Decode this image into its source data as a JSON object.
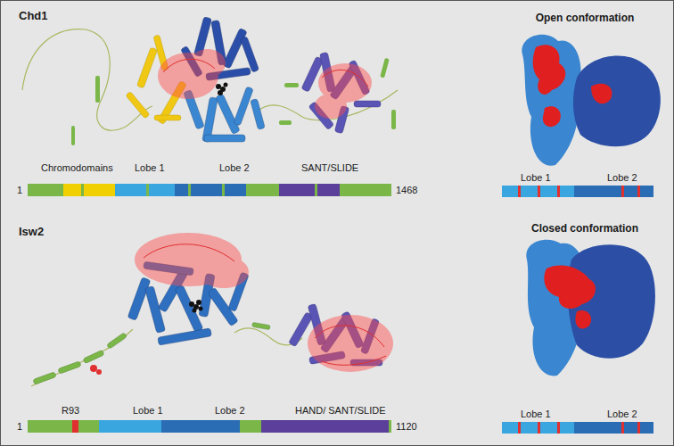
{
  "diagram": {
    "labels": [
      "Chd1",
      "Chromodomains",
      "Lobe 1",
      "Lobe 2",
      "SANT/SLIDE",
      "1",
      "1468",
      "Open conformation",
      "Lobe 1",
      "Lobe 2",
      "Isw2",
      "R93",
      "Lobe 1",
      "Lobe 2",
      "HAND/ SANT/SLIDE",
      "1",
      "1120",
      "Closed conformation",
      "Lobe 1",
      "Lobe 2"
    ]
  }
}
